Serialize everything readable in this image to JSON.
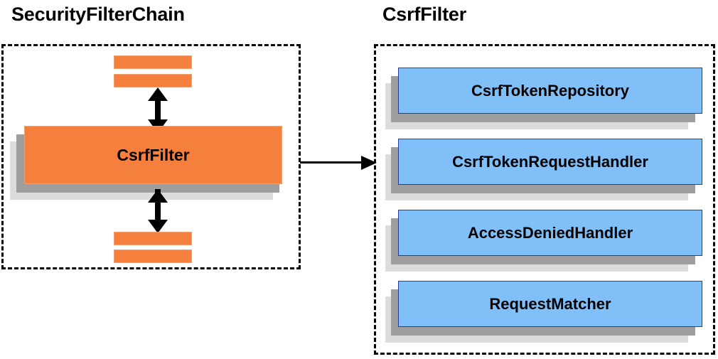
{
  "diagram": {
    "type": "component-collaboration-diagram",
    "background": "#ffffff",
    "colors": {
      "filter_orange": "#f5803e",
      "collaborator_blue": "#80bff7",
      "shadow_dark": "#9e9e9e",
      "shadow_light": "#dcdcdc",
      "outline": "#000000",
      "blue_border": "#24409a"
    }
  },
  "panels": [
    {
      "id": "security-filter-chain",
      "title": "SecurityFilterChain",
      "border_style": "dashed",
      "highlight_node": {
        "label": "CsrfFilter",
        "color": "#f5803e",
        "stacked": true
      },
      "neighbor_filters_above": 2,
      "neighbor_filters_below": 2,
      "arrows": [
        {
          "name": "chain-arrow-above",
          "direction": "bidirectional",
          "orientation": "vertical"
        },
        {
          "name": "chain-arrow-below",
          "direction": "bidirectional",
          "orientation": "vertical"
        }
      ]
    },
    {
      "id": "csrf-filter-detail",
      "title": "CsrfFilter",
      "border_style": "dashed",
      "collaborators": [
        {
          "label": "CsrfTokenRepository",
          "color": "#80bff7"
        },
        {
          "label": "CsrfTokenRequestHandler",
          "color": "#80bff7"
        },
        {
          "label": "AccessDeniedHandler",
          "color": "#80bff7"
        },
        {
          "label": "RequestMatcher",
          "color": "#80bff7"
        }
      ]
    }
  ],
  "link_arrow": {
    "name": "chain-to-detail-arrow",
    "from": "security-filter-chain",
    "to": "csrf-filter-detail",
    "direction": "right",
    "label": ""
  }
}
